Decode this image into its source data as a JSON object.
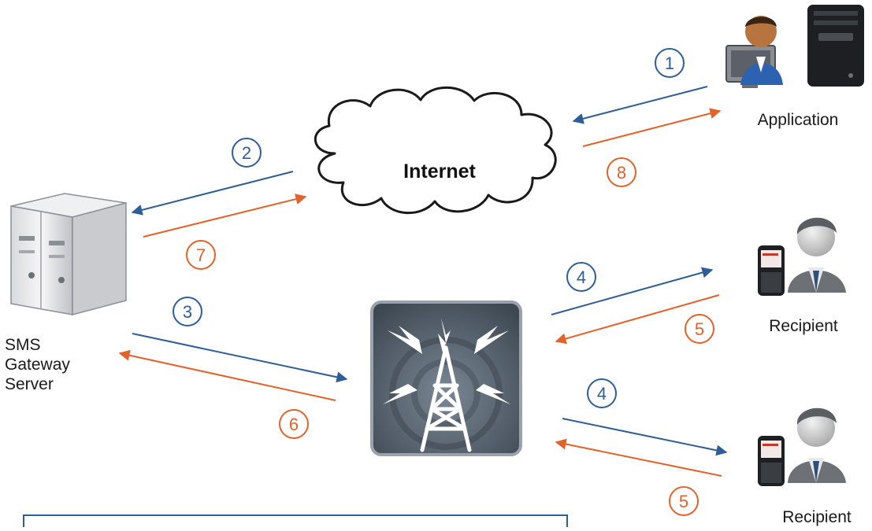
{
  "internet_label": "Internet",
  "application_label": "Application",
  "gateway_label": [
    "SMS",
    "Gateway",
    "Server"
  ],
  "recipient_labels": [
    "Recipient",
    "Recipient"
  ],
  "colors": {
    "request": "#2e5d98",
    "response": "#e2622a"
  },
  "steps": {
    "s1": "1",
    "s2": "2",
    "s3": "3",
    "s4a": "4",
    "s4b": "4",
    "s5a": "5",
    "s5b": "5",
    "s6": "6",
    "s7": "7",
    "s8": "8"
  }
}
